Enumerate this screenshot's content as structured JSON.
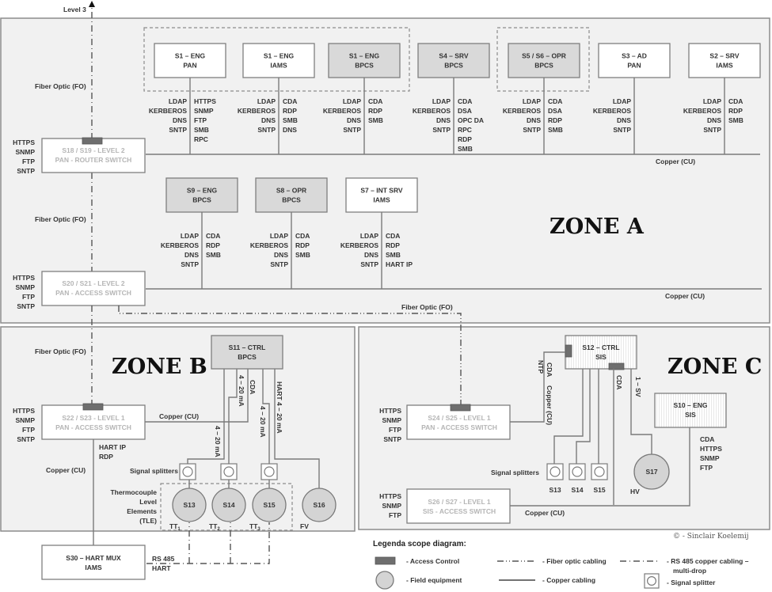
{
  "title": "Scope diagram - Zones A, B, C",
  "top_label": "Level 3",
  "zones": {
    "a": "ZONE A",
    "b": "ZONE B",
    "c": "ZONE C"
  },
  "cable_labels": {
    "fiber": "Fiber Optic (FO)",
    "copper": "Copper (CU)"
  },
  "zone_a": {
    "top_nodes": [
      {
        "id": "s1-eng-pan",
        "l1": "S1 – ENG",
        "l2": "PAN",
        "style": "white",
        "left": [
          "LDAP",
          "KERBEROS",
          "DNS",
          "SNTP"
        ],
        "right": [
          "HTTPS",
          "SNMP",
          "FTP",
          "SMB",
          "RPC"
        ]
      },
      {
        "id": "s1-eng-iams",
        "l1": "S1 – ENG",
        "l2": "IAMS",
        "style": "white",
        "left": [
          "LDAP",
          "KERBEROS",
          "DNS",
          "SNTP"
        ],
        "right": [
          "CDA",
          "RDP",
          "SMB",
          "DNS"
        ]
      },
      {
        "id": "s1-eng-bpcs",
        "l1": "S1 – ENG",
        "l2": "BPCS",
        "style": "gray",
        "left": [
          "LDAP",
          "KERBEROS",
          "DNS",
          "SNTP"
        ],
        "right": [
          "CDA",
          "RDP",
          "SMB"
        ]
      },
      {
        "id": "s4-srv-bpcs",
        "l1": "S4 – SRV",
        "l2": "BPCS",
        "style": "gray",
        "left": [
          "LDAP",
          "KERBEROS",
          "DNS",
          "SNTP"
        ],
        "right": [
          "CDA",
          "DSA",
          "OPC DA",
          "RPC",
          "RDP",
          "SMB"
        ]
      },
      {
        "id": "s5-s6-opr-bpcs",
        "l1": "S5 / S6  – OPR",
        "l2": "BPCS",
        "style": "gray",
        "left": [
          "LDAP",
          "KERBEROS",
          "DNS",
          "SNTP"
        ],
        "right": [
          "CDA",
          "DSA",
          "RDP",
          "SMB"
        ]
      },
      {
        "id": "s3-ad-pan",
        "l1": "S3 – AD",
        "l2": "PAN",
        "style": "white",
        "left": [
          "LDAP",
          "KERBEROS",
          "DNS",
          "SNTP"
        ],
        "right": []
      },
      {
        "id": "s2-srv-iams",
        "l1": "S2 – SRV",
        "l2": "IAMS",
        "style": "white",
        "left": [
          "LDAP",
          "KERBEROS",
          "DNS",
          "SNTP"
        ],
        "right": [
          "CDA",
          "RDP",
          "SMB"
        ]
      }
    ],
    "mid_nodes": [
      {
        "id": "s9-eng-bpcs",
        "l1": "S9 – ENG",
        "l2": "BPCS",
        "style": "gray",
        "left": [
          "LDAP",
          "KERBEROS",
          "DNS",
          "SNTP"
        ],
        "right": [
          "CDA",
          "RDP",
          "SMB"
        ]
      },
      {
        "id": "s8-opr-bpcs",
        "l1": "S8  – OPR",
        "l2": "BPCS",
        "style": "gray",
        "left": [
          "LDAP",
          "KERBEROS",
          "DNS",
          "SNTP"
        ],
        "right": [
          "CDA",
          "RDP",
          "SMB"
        ]
      },
      {
        "id": "s7-int-srv-iams",
        "l1": "S7 – INT SRV",
        "l2": "IAMS",
        "style": "white",
        "left": [
          "LDAP",
          "KERBEROS",
          "DNS",
          "SNTP"
        ],
        "right": [
          "CDA",
          "RDP",
          "SMB",
          "HART IP"
        ]
      }
    ],
    "router_switch": {
      "l1": "S18 / S19 - LEVEL 2",
      "l2": "PAN - ROUTER SWITCH",
      "protocols": [
        "HTTPS",
        "SNMP",
        "FTP",
        "SNTP"
      ]
    },
    "access_switch": {
      "l1": "S20 / S21 - LEVEL 2",
      "l2": "PAN - ACCESS SWITCH",
      "protocols": [
        "HTTPS",
        "SNMP",
        "FTP",
        "SNTP"
      ]
    }
  },
  "zone_b": {
    "switch": {
      "l1": "S22 / S23 - LEVEL 1",
      "l2": "PAN - ACCESS SWITCH",
      "protocols": [
        "HTTPS",
        "SNMP",
        "FTP",
        "SNTP"
      ]
    },
    "ctrl": {
      "l1": "S11 – CTRL",
      "l2": "BPCS"
    },
    "switch_down_protocols": [
      "HART IP",
      "RDP"
    ],
    "wire_labels": [
      "4 – 20 mA",
      "CDA",
      "4 – 20 mA",
      "4 – 20 mA",
      "HART 4 – 20 mA"
    ],
    "splitters_label": "Signal splitters",
    "tle_label": [
      "Thermocouple",
      "Level",
      "Elements",
      "(TLE)"
    ],
    "field": [
      {
        "id": "S13",
        "tag": "TT",
        "sub": "1"
      },
      {
        "id": "S14",
        "tag": "TT",
        "sub": "2"
      },
      {
        "id": "S15",
        "tag": "TT",
        "sub": "3"
      },
      {
        "id": "S16",
        "tag": "FV",
        "sub": ""
      }
    ],
    "mux": {
      "l1": "S30 – HART MUX",
      "l2": "IAMS"
    },
    "rs485_label": [
      "RS 485",
      "HART"
    ]
  },
  "zone_c": {
    "switch_pan": {
      "l1": "S24 / S25 - LEVEL 1",
      "l2": "PAN - ACCESS SWITCH",
      "protocols": [
        "HTTPS",
        "SNMP",
        "FTP",
        "SNTP"
      ]
    },
    "switch_sis": {
      "l1": "S26 / S27 - LEVEL 1",
      "l2": "SIS - ACCESS SWITCH",
      "protocols": [
        "HTTPS",
        "SNMP",
        "FTP"
      ]
    },
    "ctrl": {
      "l1": "S12 – CTRL",
      "l2": "SIS"
    },
    "eng": {
      "l1": "S10 – ENG",
      "l2": "SIS",
      "protocols": [
        "CDA",
        "HTTPS",
        "SNMP",
        "FTP"
      ]
    },
    "wire_labels": {
      "left_a": "CDA",
      "left_b": "NTP",
      "copper": "Copper (CU)",
      "cda": "CDA",
      "sv": "1 – SV"
    },
    "splitters_label": "Signal splitters",
    "splitter_ids": [
      "S13",
      "S14",
      "S15"
    ],
    "field": {
      "id": "S17",
      "tag": "HV"
    }
  },
  "copyright": "© - Sinclair Koelemij",
  "legend": {
    "title": "Legenda scope diagram:",
    "items": {
      "access_control": "- Access Control",
      "field_equipment": "- Field equipment",
      "fiber": "- Fiber optic cabling",
      "copper": "- Copper cabling",
      "rs485_l1": "- RS 485 copper cabling –",
      "rs485_l2": "multi-drop",
      "splitter": "- Signal splitter"
    }
  }
}
